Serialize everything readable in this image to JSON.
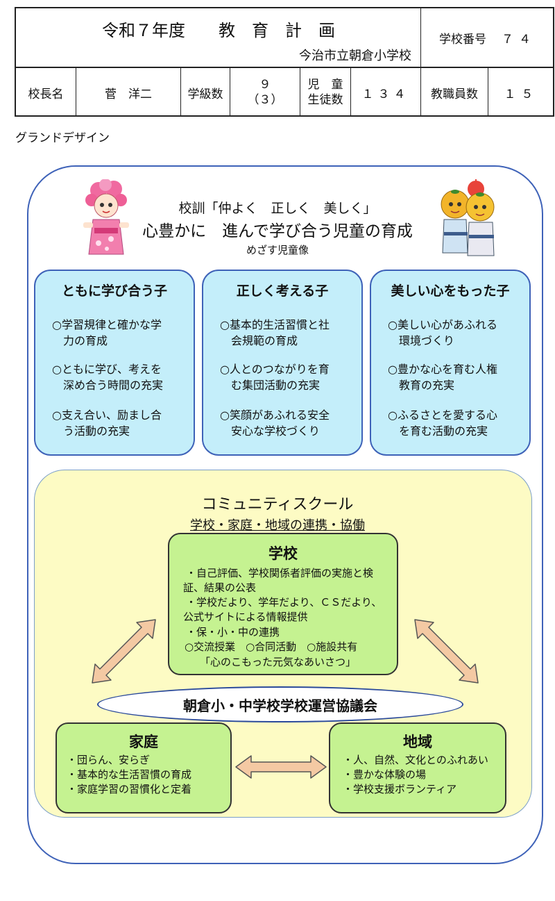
{
  "header": {
    "title": "令和７年度　　教　育　計　画",
    "school_name": "今治市立朝倉小学校",
    "school_number_label": "学校番号",
    "school_number": "７４",
    "principal_label": "校長名",
    "principal_name": "菅　洋二",
    "classes_label": "学級数",
    "classes_value": "９",
    "classes_sub": "（３）",
    "students_label_1": "児　童",
    "students_label_2": "生徒数",
    "students_value": "１３４",
    "staff_label": "教職員数",
    "staff_value": "１５"
  },
  "section_title": "グランドデザイン",
  "motto": "校訓「仲よく　正しく　美しく」",
  "vision": "心豊かに　進んで学び合う児童の育成",
  "ideal_label": "めざす児童像",
  "goals": [
    {
      "title": "ともに学び合う子",
      "items": [
        [
          "○学習規律と確かな学",
          "　力の育成"
        ],
        [
          "○ともに学び、考えを",
          "　深め合う時間の充実"
        ],
        [
          "○支え合い、励まし合",
          "　う活動の充実"
        ]
      ]
    },
    {
      "title": "正しく考える子",
      "items": [
        [
          "○基本的生活習慣と社",
          "　会規範の育成"
        ],
        [
          "○人とのつながりを育",
          "　む集団活動の充実"
        ],
        [
          "○笑顔があふれる安全",
          "　安心な学校づくり"
        ]
      ]
    },
    {
      "title": "美しい心をもった子",
      "items": [
        [
          "○美しい心があふれる",
          "　環境づくり"
        ],
        [
          "○豊かな心を育む人権",
          "　教育の充実"
        ],
        [
          "○ふるさとを愛する心",
          "　を育む活動の充実"
        ]
      ]
    }
  ],
  "community": {
    "title": "コミュニティスクール",
    "subtitle": "学校・家庭・地域の連携・協働",
    "school": {
      "title": "学校",
      "lines": [
        "・自己評価、学校関係者評価の実施と検",
        "証、結果の公表",
        "・学校だより、学年だより、ＣＳだより、",
        "公式サイトによる情報提供",
        "・保・小・中の連携",
        "○交流授業　○合同活動　○施設共有",
        "「心のこもった元気なあいさつ」"
      ]
    },
    "council": "朝倉小・中学校学校運営協議会",
    "home": {
      "title": "家庭",
      "lines": [
        "・団らん、安らぎ",
        "・基本的な生活習慣の育成",
        "・家庭学習の習慣化と定着"
      ]
    },
    "region": {
      "title": "地域",
      "lines": [
        "・人、自然、文化とのふれあい",
        "・豊かな体験の場",
        "・学校支援ボランティア"
      ]
    }
  },
  "colors": {
    "frame": "#3e62b8",
    "goal_fill": "#c4eefa",
    "cs_fill": "#fdfbc4",
    "box_fill": "#c5f291",
    "arrow": "#f4c9a3"
  }
}
